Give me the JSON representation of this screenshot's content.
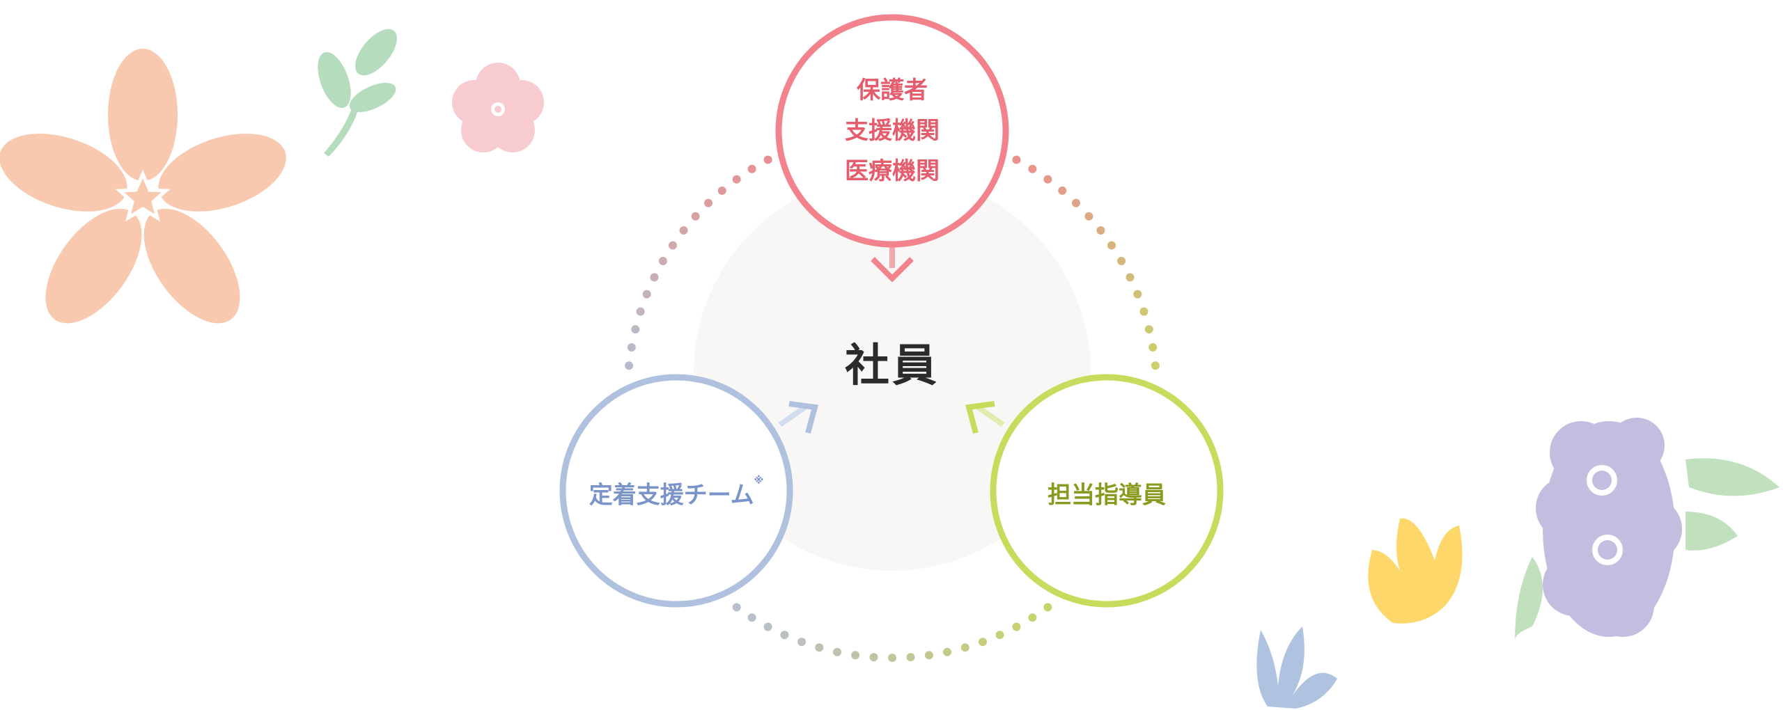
{
  "center": {
    "label": "社員"
  },
  "nodes": {
    "top": {
      "lines": [
        "保護者",
        "支援機関",
        "医療機関"
      ],
      "color": "#f2838c"
    },
    "left": {
      "label": "定着支援チーム",
      "note_mark": "※",
      "color": "#b0c1df"
    },
    "right": {
      "label": "担当指導員",
      "color": "#c7dc5c"
    }
  },
  "colors": {
    "center_fill": "#f8f7f5",
    "sakura": "#f8c9ae",
    "pink_flower": "#f8cbd0",
    "leaf": "#b5dcbc",
    "purple": "#c5bde0",
    "yellow": "#fdd76a",
    "blue": "#afc3e0"
  }
}
